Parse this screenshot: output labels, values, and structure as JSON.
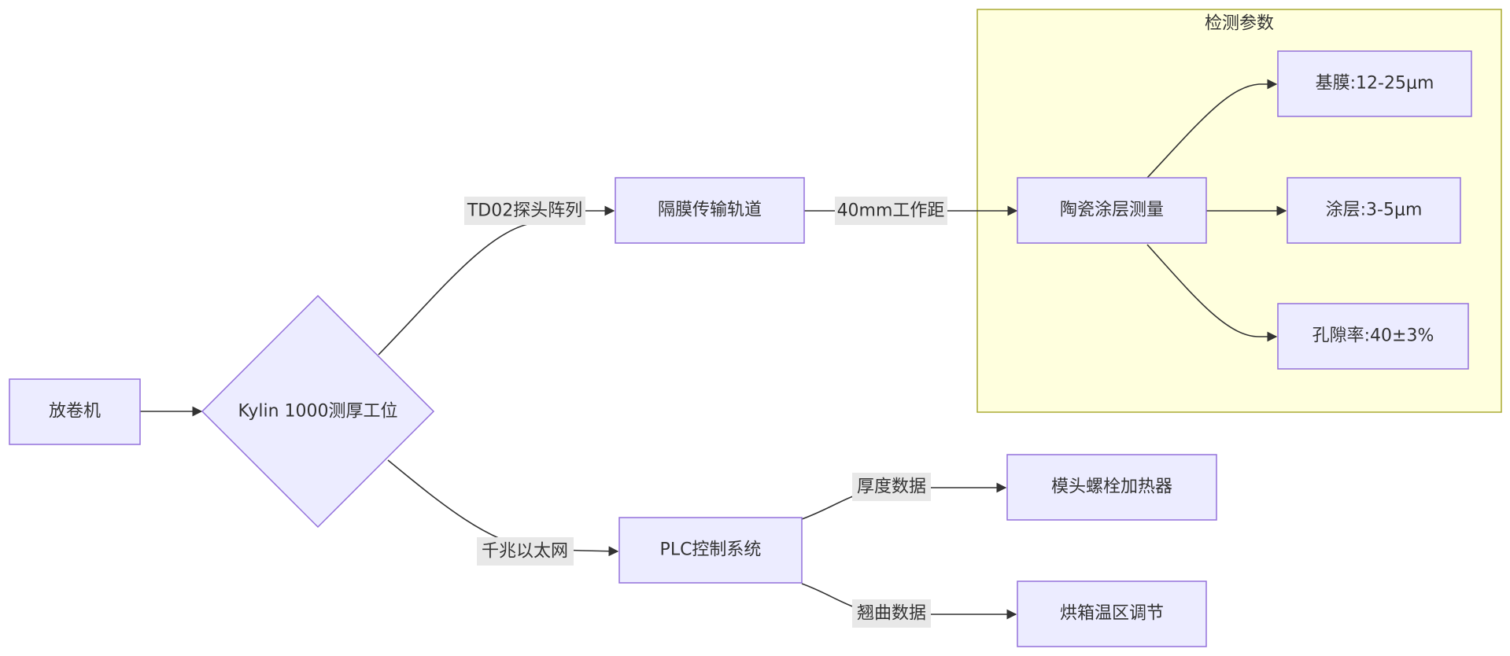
{
  "diagram": {
    "cluster": {
      "title": "检测参数"
    },
    "nodes": {
      "unwinder": "放卷机",
      "station": "Kylin 1000测厚工位",
      "track": "隔膜传输轨道",
      "plc": "PLC控制系统",
      "ceramic": "陶瓷涂层测量",
      "base_film": "基膜:12-25μm",
      "coating": "涂层:3-5μm",
      "porosity": "孔隙率:40±3%",
      "die_bolt": "模头螺栓加热器",
      "oven": "烘箱温区调节"
    },
    "edges": {
      "probe_array": "TD02探头阵列",
      "gigabit": "千兆以太网",
      "work_distance": "40mm工作距",
      "thickness_data": "厚度数据",
      "warp_data": "翘曲数据"
    }
  }
}
